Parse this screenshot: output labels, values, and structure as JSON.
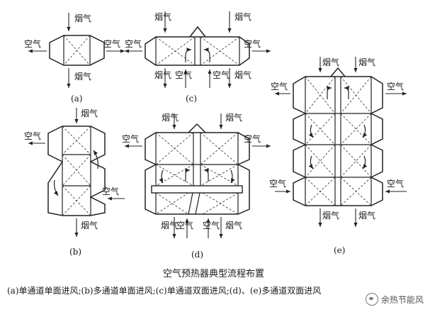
{
  "labels": {
    "air": "空气",
    "flue_a": "烟气",
    "flue_b": "烟气",
    "flue_c": "烟气",
    "flue_d": "烟气",
    "flue_e": "烟气"
  },
  "subfigures": {
    "a": "(a)",
    "b": "(b)",
    "c": "(c)",
    "d": "(d)",
    "e": "(e)"
  },
  "caption": "空气预热器典型流程布置",
  "legend": "(a)单通道单面进风;(b)多通道单面进风;(c)单通道双面进风;(d)、(e)多通道双面进风",
  "watermark": "余热节能风"
}
